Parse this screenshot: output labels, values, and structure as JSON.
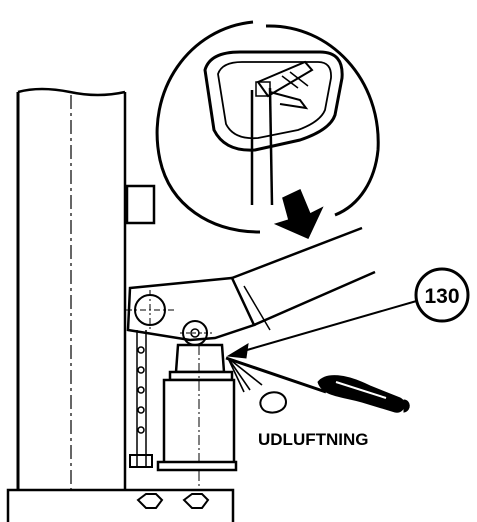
{
  "diagram": {
    "callout": {
      "number": "130"
    },
    "annotation": {
      "label": "UDLUFTNING"
    },
    "colors": {
      "ink": "#000000",
      "paper": "#ffffff"
    },
    "icons": [
      "hand-lever-detail",
      "down-arrow-icon",
      "screwdriver-icon",
      "hydraulic-pump-icon"
    ]
  }
}
